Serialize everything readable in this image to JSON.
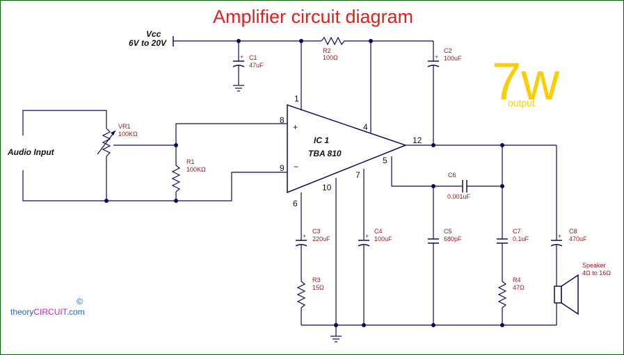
{
  "title": "Amplifier circuit diagram",
  "power": {
    "name": "Vcc",
    "range": "6V to 20V"
  },
  "output_badge": {
    "value": "7w",
    "unit": "output"
  },
  "input_label": "Audio Input",
  "ic": {
    "ref": "IC 1",
    "part": "TBA 810"
  },
  "pins": [
    "1",
    "8",
    "9",
    "4",
    "12",
    "5",
    "7",
    "10",
    "6"
  ],
  "components": {
    "C1": {
      "ref": "C1",
      "value": "47uF"
    },
    "C2": {
      "ref": "C2",
      "value": "100uF"
    },
    "R2": {
      "ref": "R2",
      "value": "100Ω"
    },
    "VR1": {
      "ref": "VR1",
      "value": "100KΩ"
    },
    "R1": {
      "ref": "R1",
      "value": "100KΩ"
    },
    "C3": {
      "ref": "C3",
      "value": "220uF"
    },
    "R3": {
      "ref": "R3",
      "value": "15Ω"
    },
    "C4": {
      "ref": "C4",
      "value": "100uF"
    },
    "C5": {
      "ref": "C5",
      "value": "680pF"
    },
    "C6": {
      "ref": "C6",
      "value": "0.001uF"
    },
    "C7": {
      "ref": "C7",
      "value": "0.1uF"
    },
    "R4": {
      "ref": "R4",
      "value": "47Ω"
    },
    "C8": {
      "ref": "C8",
      "value": "470uF"
    }
  },
  "speaker": {
    "label": "Speaker",
    "range": "4Ω to 16Ω"
  },
  "brand": {
    "prefix": "theory",
    "main": "CIRCUIT",
    "suffix": ".com",
    "copyright": "©"
  },
  "colors": {
    "wire": "#0a0a5a",
    "label": "#8b1a1a",
    "title": "#e0201a",
    "badge": "#ffcc00",
    "brand_blue": "#1e64c8",
    "brand_magenta": "#c81ec8"
  }
}
